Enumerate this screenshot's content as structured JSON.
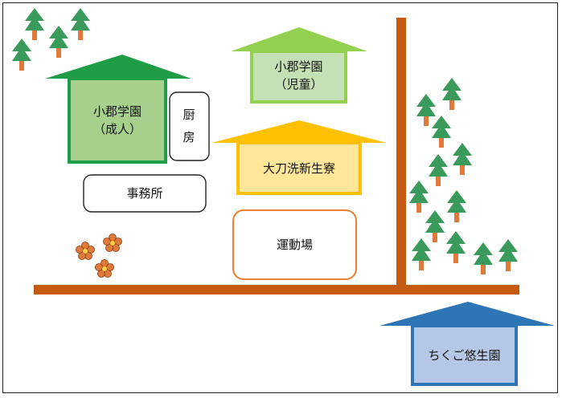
{
  "buildings": {
    "shogun_adult": {
      "line1": "小郡学園",
      "line2": "（成人）",
      "roof": "#1e9c46",
      "wall": "#a8d08d"
    },
    "shogun_child": {
      "line1": "小郡学園",
      "line2": "（児童）",
      "roof": "#92d050",
      "wall": "#c5e0b4"
    },
    "dormitory": {
      "label": "大刀洗新生寮",
      "roof": "#ffc000",
      "wall": "#ffe699"
    },
    "chikugo": {
      "label": "ちくご悠生園",
      "roof": "#2e75b6",
      "wall": "#b4c7e7"
    }
  },
  "facilities": {
    "kitchen": {
      "chars": [
        "厨",
        "房"
      ]
    },
    "office": {
      "label": "事務所"
    },
    "ground": {
      "label": "運動場",
      "border": "#ed7d31"
    }
  },
  "colors": {
    "road": "#c55a11",
    "tree_top": "#3a9a5b",
    "tree_trunk": "#e07a3a",
    "flower": "#e07a3a"
  }
}
